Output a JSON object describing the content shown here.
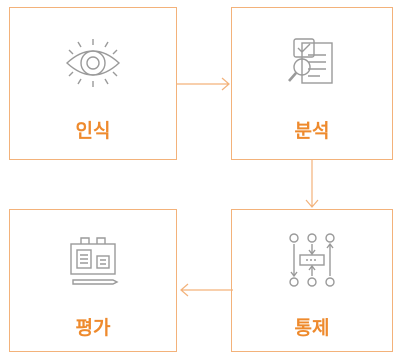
{
  "steps": [
    {
      "label": "인식",
      "icon": "eye-icon"
    },
    {
      "label": "분석",
      "icon": "document-magnifier-icon"
    },
    {
      "label": "통제",
      "icon": "flow-control-icon"
    },
    {
      "label": "평가",
      "icon": "report-board-icon"
    }
  ],
  "colors": {
    "border": "#f3b27a",
    "label": "#ee8a2d",
    "icon_line": "#9a9a9a",
    "arrow": "#f3b27a"
  }
}
